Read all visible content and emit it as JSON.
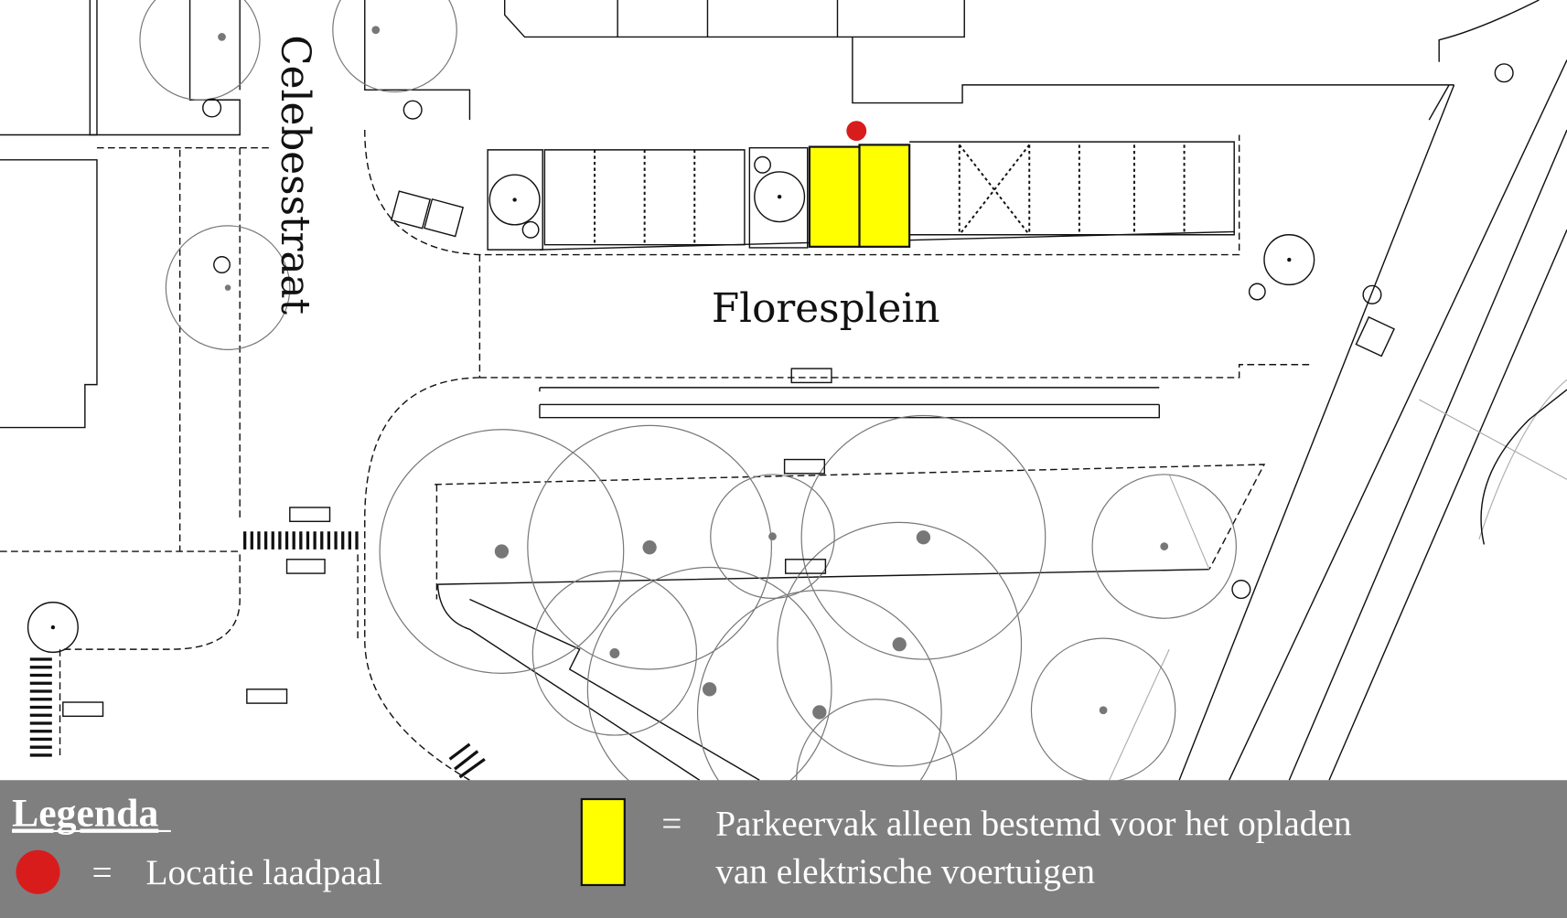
{
  "map": {
    "street_label": "Celebesstraat",
    "square_label": "Floresplein"
  },
  "legend": {
    "title": "Legenda",
    "items": [
      {
        "symbol": "red-dot",
        "equals": "=",
        "label": "Locatie laadpaal"
      },
      {
        "symbol": "yellow-rect",
        "equals": "=",
        "label_line1": "Parkeervak alleen bestemd voor het opladen",
        "label_line2": "van elektrische voertuigen"
      }
    ]
  },
  "colors": {
    "charger": "#d81c1c",
    "ev_bay": "#ffff00",
    "legend_bg": "#7f7f7f"
  }
}
